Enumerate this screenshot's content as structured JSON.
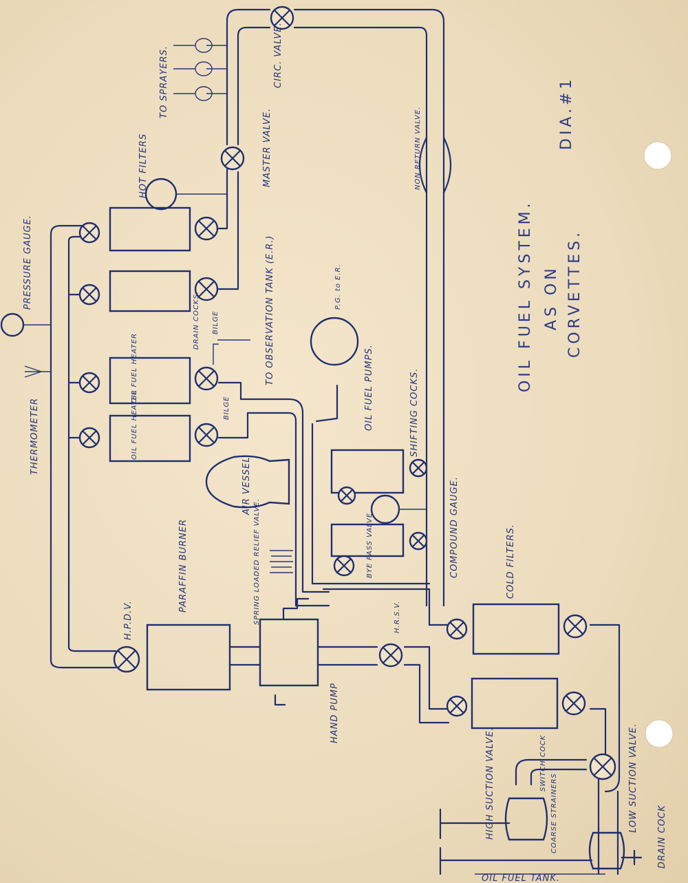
{
  "title": {
    "main": "OIL FUEL SYSTEM.",
    "line2": "AS ON",
    "line3": "CORVETTES.",
    "dia": "DIA.#1"
  },
  "labels": {
    "to_sprayers": "TO SPRAYERS.",
    "circ_valve": "CIRC. VALVE.",
    "master_valve": "MASTER VALVE.",
    "hot_filters": "HOT FILTERS",
    "non_return_valve": "NON RETURN VALVE.",
    "pressure_gauge": "PRESSURE GAUGE.",
    "thermometer": "THERMOMETER",
    "drain_cocks": "DRAIN COCKS.",
    "bilge_top": "BILGE",
    "bilge_bottom": "BILGE",
    "to_observation_tank": "TO OBSERVATION TANK (E.R.)",
    "gauge_er": "P.G. to E.R.",
    "heater_1": "OIL FUEL HEATER",
    "heater_2": "OIL FUEL HEATER",
    "oil_fuel_pumps": "OIL FUEL PUMPS.",
    "shifting_cocks": "SHIFTING COCKS.",
    "air_vessel": "AIR VESSEL",
    "spring_loaded_relief_valve": "SPRING LOADED RELIEF VALVE.",
    "bye_pass_valve": "BYE PASS VALVE",
    "compound_gauge": "COMPOUND GAUGE.",
    "cold_filters": "COLD FILTERS.",
    "hpdv": "H.P.D.V.",
    "paraffin_burner": "PARAFFIN BURNER",
    "hrsv": "H.R.S.V.",
    "hand_pump": "HAND PUMP",
    "switch_cock": "SWITCH COCK",
    "high_suction_valve": "HIGH SUCTION VALVE.",
    "low_suction_valve": "LOW SUCTION VALVE.",
    "coarse_strainers": "COARSE STRAINERS",
    "drain_cock": "DRAIN COCK",
    "oil_fuel_tank": "OIL FUEL TANK."
  },
  "colors": {
    "ink": "#1f2f6e",
    "paper": "#efe0c4"
  }
}
